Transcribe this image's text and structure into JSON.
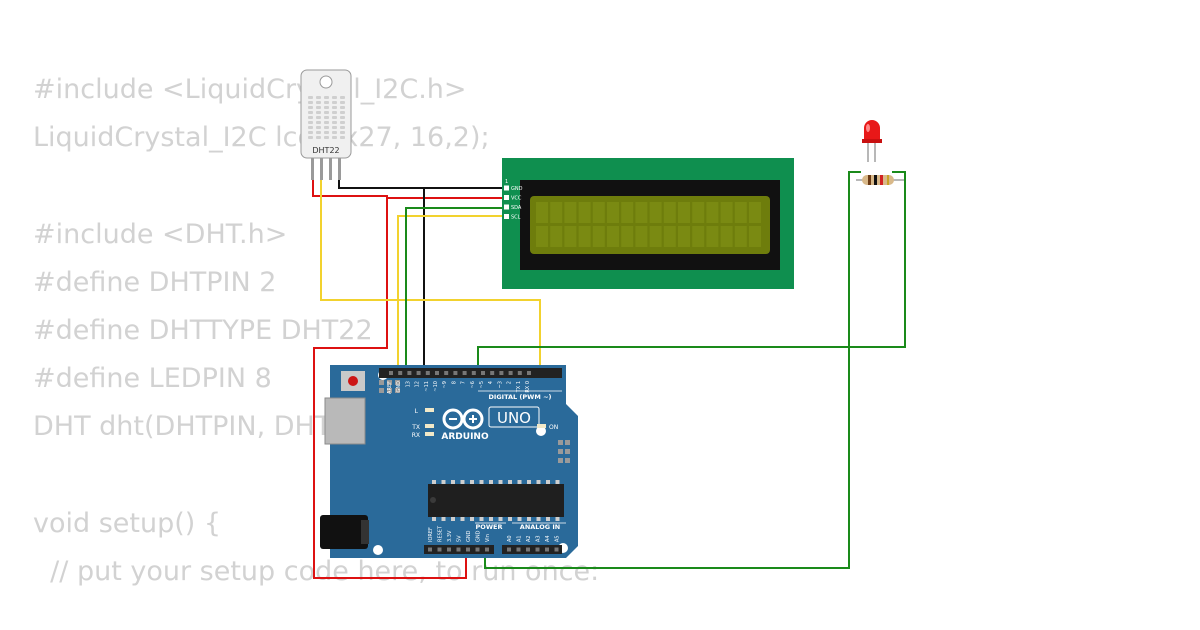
{
  "code_lines": [
    "#include <LiquidCrystal_I2C.h>",
    "LiquidCrystal_I2C lcd(0x27, 16,2);",
    "",
    "#include <DHT.h>",
    "#define DHTPIN 2",
    "#define DHTTYPE DHT22",
    "#define LEDPIN 8",
    "DHT dht(DHTPIN, DHTTYPE);",
    "",
    "void setup() {",
    "  // put your setup code here, to run once:"
  ],
  "dht": {
    "label": "DHT22"
  },
  "lcd": {
    "pins": [
      "GND",
      "VCC",
      "SDA",
      "SCL"
    ],
    "pin_number": "1"
  },
  "arduino": {
    "brand": "ARDUINO",
    "model": "UNO",
    "digital_label": "DIGITAL (PWM ~)",
    "power_label": "POWER",
    "analog_label": "ANALOG IN",
    "led_labels": [
      "L",
      "TX",
      "RX"
    ],
    "on_label": "ON",
    "header_top": [
      "AREF",
      "GND",
      "13",
      "12",
      "~11",
      "~10",
      "~9",
      "8",
      "7",
      "~6",
      "~5",
      "4",
      "~3",
      "2",
      "TX 1",
      "RX 0"
    ],
    "header_power": [
      "IOREF",
      "RESET",
      "3.3V",
      "5V",
      "GND",
      "GND",
      "Vin"
    ],
    "header_analog": [
      "A0",
      "A1",
      "A2",
      "A3",
      "A4",
      "A5"
    ]
  },
  "colors": {
    "code": "#d2d2d2",
    "wire_red": "#dd1111",
    "wire_black": "#111111",
    "wire_green": "#1a8a1a",
    "wire_yellow": "#f2d22e",
    "board": "#2a6a9a",
    "lcd_pcb": "#0f8f4f",
    "lcd_screen": "#6e7d0c",
    "led": "#e81818"
  }
}
